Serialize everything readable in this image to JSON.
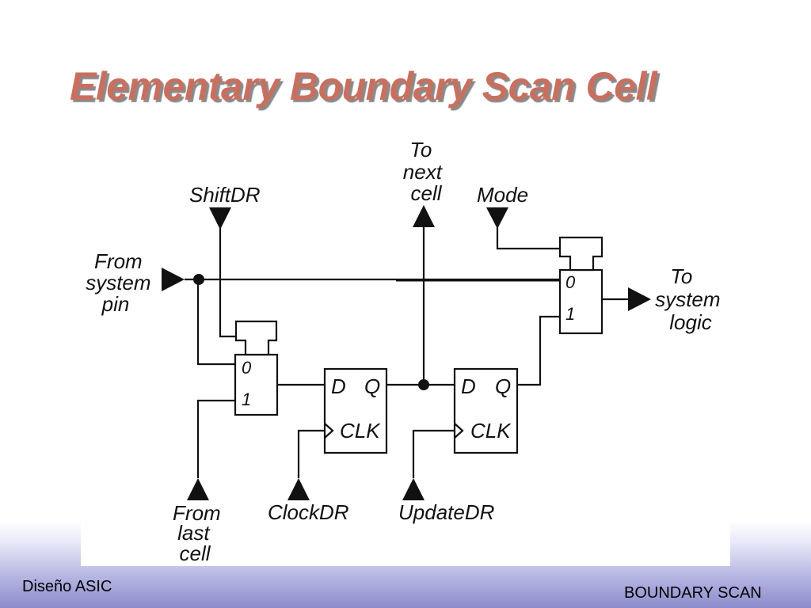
{
  "title": "Elementary Boundary Scan Cell",
  "diagram": {
    "signals": {
      "shiftdr": "ShiftDR",
      "to_next_cell": [
        "To",
        "next",
        "cell"
      ],
      "mode": "Mode",
      "from_system_pin": [
        "From",
        "system",
        "pin"
      ],
      "to_system_logic": [
        "To",
        "system",
        "logic"
      ],
      "from_last_cell": [
        "From",
        "last",
        "cell"
      ],
      "clockdr": "ClockDR",
      "updatedr": "UpdateDR"
    },
    "mux_inputs": [
      "0",
      "1"
    ],
    "flipflop_pins": {
      "d": "D",
      "q": "Q",
      "clk": "CLK"
    }
  },
  "footer": {
    "left": "Diseño ASIC",
    "right": "BOUNDARY SCAN"
  }
}
